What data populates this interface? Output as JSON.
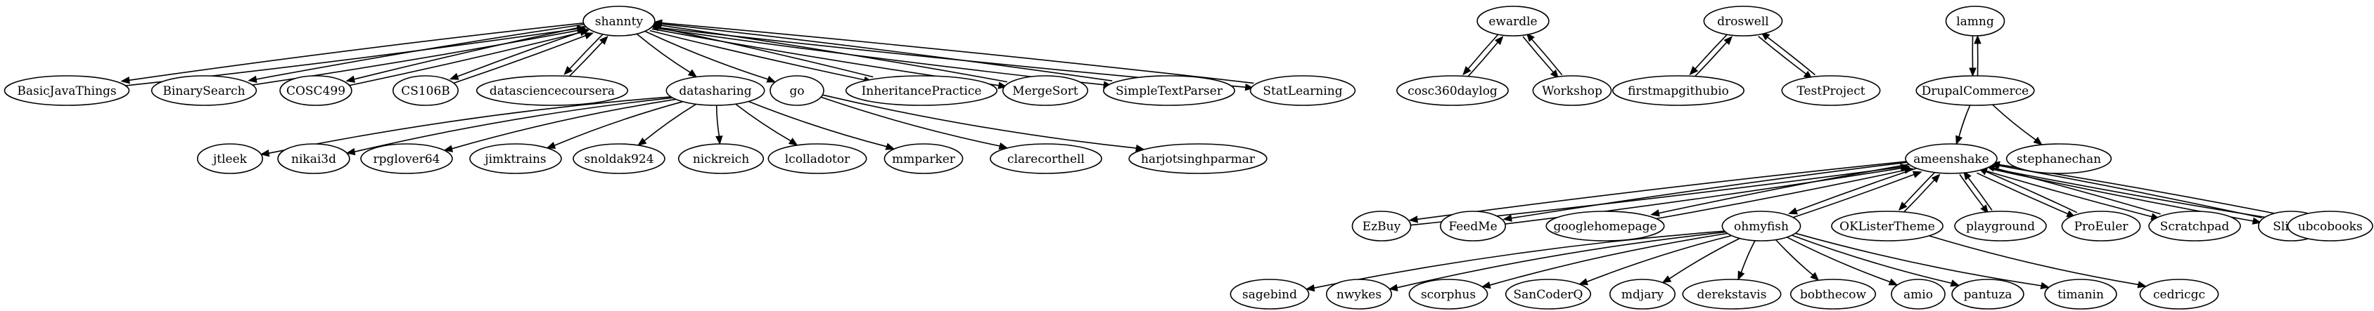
{
  "graph": {
    "type": "directed",
    "nodes": [
      {
        "id": "shannty",
        "label": "shannty"
      },
      {
        "id": "BasicJavaThings",
        "label": "BasicJavaThings"
      },
      {
        "id": "BinarySearch",
        "label": "BinarySearch"
      },
      {
        "id": "COSC499",
        "label": "COSC499"
      },
      {
        "id": "CS106B",
        "label": "CS106B"
      },
      {
        "id": "datasciencecoursera",
        "label": "datasciencecoursera"
      },
      {
        "id": "datasharing",
        "label": "datasharing"
      },
      {
        "id": "go",
        "label": "go"
      },
      {
        "id": "InheritancePractice",
        "label": "InheritancePractice"
      },
      {
        "id": "MergeSort",
        "label": "MergeSort"
      },
      {
        "id": "SimpleTextParser",
        "label": "SimpleTextParser"
      },
      {
        "id": "StatLearning",
        "label": "StatLearning"
      },
      {
        "id": "jtleek",
        "label": "jtleek"
      },
      {
        "id": "nikai3d",
        "label": "nikai3d"
      },
      {
        "id": "rpglover64",
        "label": "rpglover64"
      },
      {
        "id": "jimktrains",
        "label": "jimktrains"
      },
      {
        "id": "snoldak924",
        "label": "snoldak924"
      },
      {
        "id": "nickreich",
        "label": "nickreich"
      },
      {
        "id": "lcolladotor",
        "label": "lcolladotor"
      },
      {
        "id": "mmparker",
        "label": "mmparker"
      },
      {
        "id": "clarecorthell",
        "label": "clarecorthell"
      },
      {
        "id": "harjotsinghparmar",
        "label": "harjotsinghparmar"
      },
      {
        "id": "ewardle",
        "label": "ewardle"
      },
      {
        "id": "cosc360daylog",
        "label": "cosc360daylog"
      },
      {
        "id": "Workshop",
        "label": "Workshop"
      },
      {
        "id": "droswell",
        "label": "droswell"
      },
      {
        "id": "firstmapgithubio",
        "label": "firstmapgithubio"
      },
      {
        "id": "TestProject",
        "label": "TestProject"
      },
      {
        "id": "lamng",
        "label": "lamng"
      },
      {
        "id": "DrupalCommerce",
        "label": "DrupalCommerce"
      },
      {
        "id": "ameenshake",
        "label": "ameenshake"
      },
      {
        "id": "stephanechan",
        "label": "stephanechan"
      },
      {
        "id": "EzBuy",
        "label": "EzBuy"
      },
      {
        "id": "FeedMe",
        "label": "FeedMe"
      },
      {
        "id": "googlehomepage",
        "label": "googlehomepage"
      },
      {
        "id": "ohmyfish",
        "label": "ohmyfish"
      },
      {
        "id": "OKListerTheme",
        "label": "OKListerTheme"
      },
      {
        "id": "playground",
        "label": "playground"
      },
      {
        "id": "ProEuler",
        "label": "ProEuler"
      },
      {
        "id": "Scratchpad",
        "label": "Scratchpad"
      },
      {
        "id": "Slider",
        "label": "Slider"
      },
      {
        "id": "ubcobooks",
        "label": "ubcobooks"
      },
      {
        "id": "sagebind",
        "label": "sagebind"
      },
      {
        "id": "nwykes",
        "label": "nwykes"
      },
      {
        "id": "scorphus",
        "label": "scorphus"
      },
      {
        "id": "SanCoderQ",
        "label": "SanCoderQ"
      },
      {
        "id": "mdjary",
        "label": "mdjary"
      },
      {
        "id": "derekstavis",
        "label": "derekstavis"
      },
      {
        "id": "bobthecow",
        "label": "bobthecow"
      },
      {
        "id": "amio",
        "label": "amio"
      },
      {
        "id": "pantuza",
        "label": "pantuza"
      },
      {
        "id": "timanin",
        "label": "timanin"
      },
      {
        "id": "cedricgc",
        "label": "cedricgc"
      }
    ],
    "edges": [
      [
        "shannty",
        "BasicJavaThings"
      ],
      [
        "BasicJavaThings",
        "shannty"
      ],
      [
        "shannty",
        "BinarySearch"
      ],
      [
        "BinarySearch",
        "shannty"
      ],
      [
        "shannty",
        "COSC499"
      ],
      [
        "COSC499",
        "shannty"
      ],
      [
        "shannty",
        "CS106B"
      ],
      [
        "CS106B",
        "shannty"
      ],
      [
        "shannty",
        "datasciencecoursera"
      ],
      [
        "datasciencecoursera",
        "shannty"
      ],
      [
        "shannty",
        "datasharing"
      ],
      [
        "shannty",
        "go"
      ],
      [
        "shannty",
        "InheritancePractice"
      ],
      [
        "InheritancePractice",
        "shannty"
      ],
      [
        "shannty",
        "MergeSort"
      ],
      [
        "MergeSort",
        "shannty"
      ],
      [
        "shannty",
        "SimpleTextParser"
      ],
      [
        "SimpleTextParser",
        "shannty"
      ],
      [
        "shannty",
        "StatLearning"
      ],
      [
        "StatLearning",
        "shannty"
      ],
      [
        "datasharing",
        "jtleek"
      ],
      [
        "datasharing",
        "nikai3d"
      ],
      [
        "datasharing",
        "rpglover64"
      ],
      [
        "datasharing",
        "jimktrains"
      ],
      [
        "datasharing",
        "snoldak924"
      ],
      [
        "datasharing",
        "nickreich"
      ],
      [
        "datasharing",
        "lcolladotor"
      ],
      [
        "datasharing",
        "mmparker"
      ],
      [
        "go",
        "clarecorthell"
      ],
      [
        "go",
        "harjotsinghparmar"
      ],
      [
        "ewardle",
        "cosc360daylog"
      ],
      [
        "cosc360daylog",
        "ewardle"
      ],
      [
        "ewardle",
        "Workshop"
      ],
      [
        "Workshop",
        "ewardle"
      ],
      [
        "droswell",
        "firstmapgithubio"
      ],
      [
        "firstmapgithubio",
        "droswell"
      ],
      [
        "droswell",
        "TestProject"
      ],
      [
        "TestProject",
        "droswell"
      ],
      [
        "lamng",
        "DrupalCommerce"
      ],
      [
        "DrupalCommerce",
        "lamng"
      ],
      [
        "DrupalCommerce",
        "ameenshake"
      ],
      [
        "DrupalCommerce",
        "stephanechan"
      ],
      [
        "ameenshake",
        "EzBuy"
      ],
      [
        "EzBuy",
        "ameenshake"
      ],
      [
        "ameenshake",
        "FeedMe"
      ],
      [
        "FeedMe",
        "ameenshake"
      ],
      [
        "ameenshake",
        "googlehomepage"
      ],
      [
        "googlehomepage",
        "ameenshake"
      ],
      [
        "ameenshake",
        "ohmyfish"
      ],
      [
        "ohmyfish",
        "ameenshake"
      ],
      [
        "ameenshake",
        "OKListerTheme"
      ],
      [
        "OKListerTheme",
        "ameenshake"
      ],
      [
        "ameenshake",
        "playground"
      ],
      [
        "playground",
        "ameenshake"
      ],
      [
        "ameenshake",
        "ProEuler"
      ],
      [
        "ProEuler",
        "ameenshake"
      ],
      [
        "ameenshake",
        "Scratchpad"
      ],
      [
        "Scratchpad",
        "ameenshake"
      ],
      [
        "ameenshake",
        "Slider"
      ],
      [
        "Slider",
        "ameenshake"
      ],
      [
        "ameenshake",
        "ubcobooks"
      ],
      [
        "ubcobooks",
        "ameenshake"
      ],
      [
        "ohmyfish",
        "sagebind"
      ],
      [
        "ohmyfish",
        "nwykes"
      ],
      [
        "ohmyfish",
        "scorphus"
      ],
      [
        "ohmyfish",
        "SanCoderQ"
      ],
      [
        "ohmyfish",
        "mdjary"
      ],
      [
        "ohmyfish",
        "derekstavis"
      ],
      [
        "ohmyfish",
        "bobthecow"
      ],
      [
        "ohmyfish",
        "amio"
      ],
      [
        "ohmyfish",
        "pantuza"
      ],
      [
        "ohmyfish",
        "timanin"
      ],
      [
        "OKListerTheme",
        "cedricgc"
      ]
    ]
  }
}
